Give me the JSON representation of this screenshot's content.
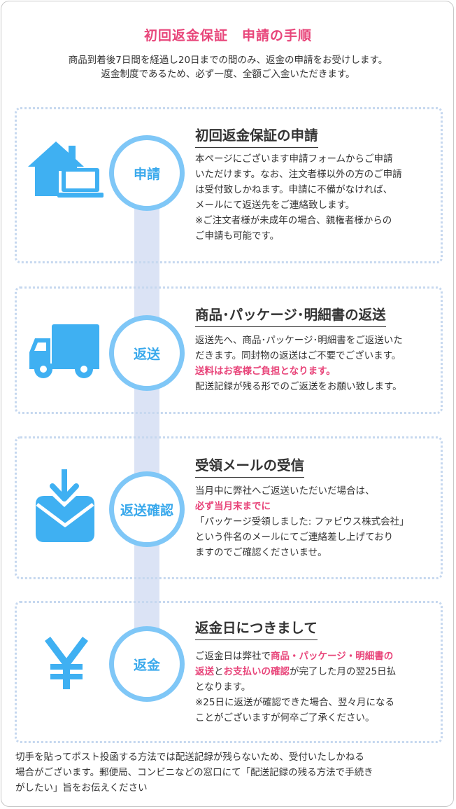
{
  "header": {
    "title": "初回返金保証　申請の手順",
    "intro_lines": [
      "商品到着後7日間を経過し20日までの間のみ、返金の申請をお受けします。",
      "返金制度であるため、必ず一度、全額ご入金いただきます。"
    ]
  },
  "accent_color": "#e8457a",
  "icon_color": "#3fb0f2",
  "steps": [
    {
      "circle_label": "申請",
      "icon": "house-laptop-icon",
      "title": "初回返金保証の申請",
      "lines": [
        "本ページにございます申請フォームからご申請",
        "いただけます。なお、注文者様以外の方のご申請",
        "は受付致しかねます。申請に不備がなければ、",
        "メールにて返送先をご連絡致します。",
        "※ご注文者様が未成年の場合、親権者様からの",
        "ご申請も可能です。"
      ]
    },
    {
      "circle_label": "返送",
      "icon": "truck-icon",
      "title": "商品･パッケージ･明細書の返送",
      "lines": [
        "返送先へ、商品･パッケージ･明細書をご返送いた",
        "だきます。同封物の返送はご不要でございます。"
      ],
      "highlight": "送料はお客様ご負担となります。",
      "lines_after": [
        "配送記録が残る形でのご返送をお願い致します。"
      ]
    },
    {
      "circle_label": "返送確認",
      "icon": "mail-inbox-icon",
      "title": "受領メールの受信",
      "lines": [
        "当月中に弊社へご返送いただいだ場合は、"
      ],
      "highlight": "必ず当月末までに",
      "lines_after": [
        "「パッケージ受領しました: ファビウス株式会社」",
        "という件名のメールにてご連絡差し上げており",
        "ますのでご確認くださいませ。"
      ]
    },
    {
      "circle_label": "返金",
      "icon": "yen-icon",
      "title": "返金日につきまして",
      "line1_prefix": "ご返金日は弊社で",
      "line1_highlight": "商品・パッケージ・明細書の",
      "line2_highlight_a": "返送",
      "line2_mid": "と",
      "line2_highlight_b": "お支払いの確認",
      "line2_suffix": "が完了した月の翌25日払",
      "lines_after": [
        "となります。",
        "※25日に返送が確認できた場合、翌々月になる",
        "ことがございますが何卒ご了承ください。"
      ]
    }
  ],
  "footer": {
    "lines": [
      "切手を貼ってポスト投函する方法では配送記録が残らないため、受付いたしかねる",
      "場合がございます。郵便局、コンビニなどの窓口にて「配送記録の残る方法で手続き",
      "がしたい」旨をお伝えください"
    ]
  }
}
